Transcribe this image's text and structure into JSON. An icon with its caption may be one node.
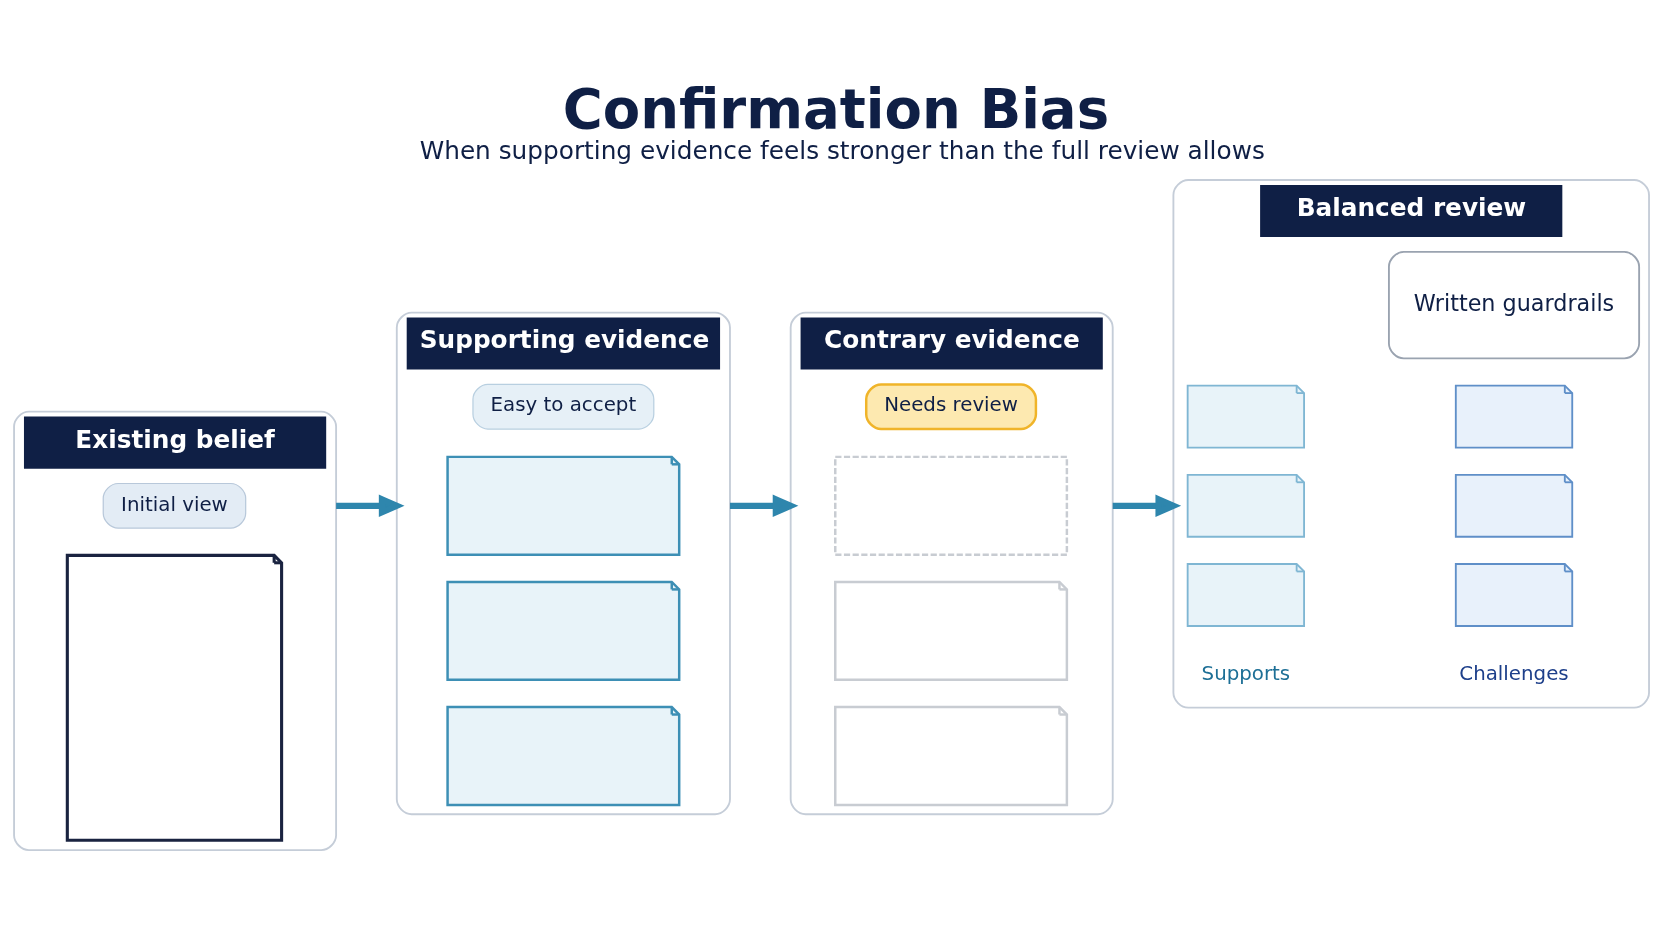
{
  "diagram": {
    "title": "Confirmation Bias",
    "caption": "When supporting evidence feels stronger than the full review allows",
    "nodes": [
      {
        "text": [
          "Existing belief"
        ]
      },
      {
        "text": [],
        "shape": "box",
        "in": 0
      },
      {
        "text": [
          "Initial view"
        ],
        "in": 0
      },
      {
        "text": [
          "Supporting evidence"
        ]
      },
      {
        "text": [],
        "shape": "box",
        "in": 3
      },
      {
        "text": [],
        "shape": "box",
        "in": 3
      },
      {
        "text": [],
        "shape": "box",
        "in": 3
      },
      {
        "text": [
          "Easy to accept"
        ],
        "in": 3
      },
      {
        "text": [
          "Contrary evidence"
        ]
      },
      {
        "text": [],
        "shape": "box",
        "in": 8
      },
      {
        "text": [],
        "shape": "box",
        "in": 8
      },
      {
        "text": [],
        "shape": "box",
        "in": 8
      },
      {
        "text": [
          "Needs review"
        ],
        "in": 8
      },
      {
        "text": [
          "Balanced review"
        ]
      },
      {
        "text": [],
        "shape": "box",
        "in": 13
      },
      {
        "text": [],
        "shape": "box",
        "in": 13
      },
      {
        "text": [],
        "shape": "box",
        "in": 13
      },
      {
        "text": [],
        "shape": "box",
        "in": 13
      },
      {
        "text": [],
        "shape": "box",
        "in": 13
      },
      {
        "text": [],
        "shape": "box",
        "in": 13
      },
      {
        "text": [
          "Written guardrails"
        ],
        "in": 13
      }
    ],
    "edges": [
      {
        "from": 0,
        "to": 3,
        "arrow": "to"
      },
      {
        "from": 3,
        "to": 8,
        "arrow": "to"
      },
      {
        "from": 8,
        "to": 13,
        "arrow": "to"
      }
    ],
    "labels": [
      "Supports",
      "Challenges"
    ]
  }
}
